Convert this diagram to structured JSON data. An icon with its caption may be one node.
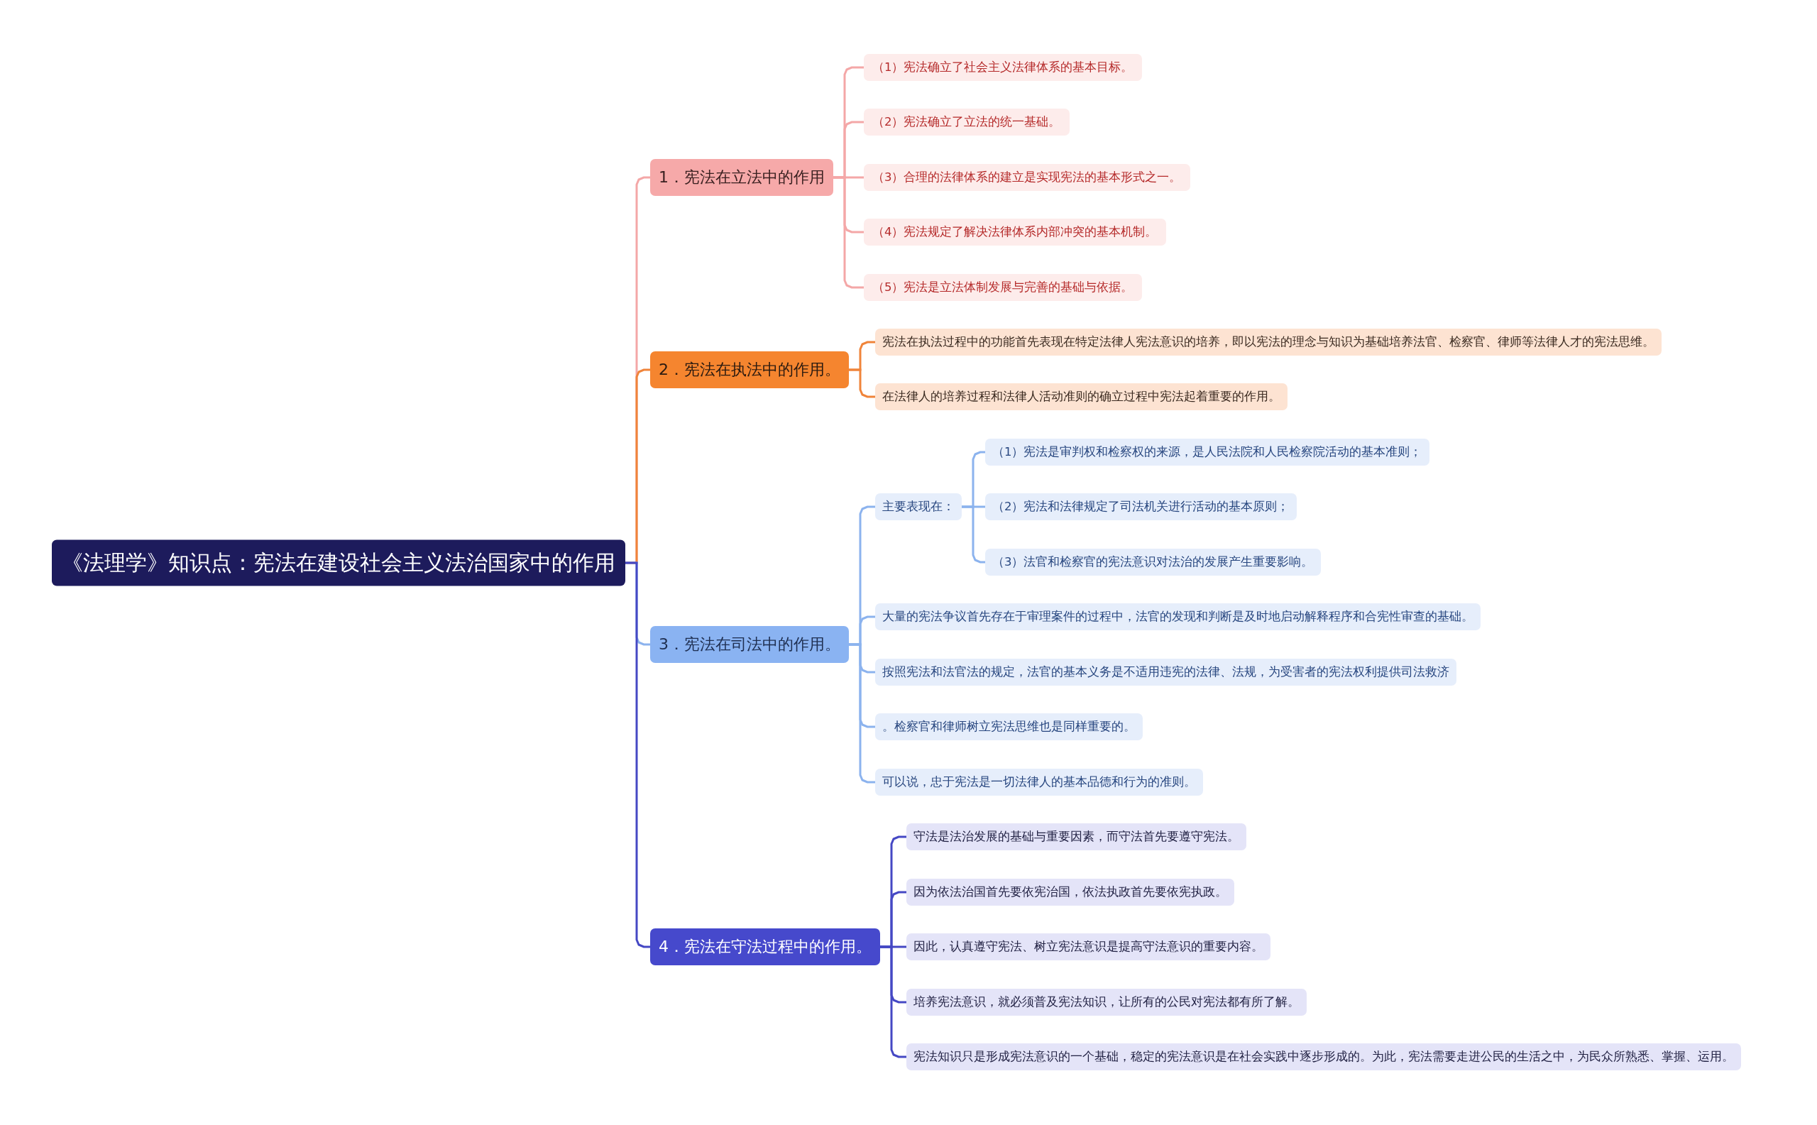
{
  "diagram": {
    "nodes": [
      {
        "text": [
          "《法理学》知识点：宪法在建设社会主义法治国家中的作用"
        ]
      },
      {
        "text": [
          "1．宪法在立法中的作用"
        ]
      },
      {
        "text": [
          "（1）宪法确立了社会主义法律体系的基本目标。"
        ]
      },
      {
        "text": [
          "（2）宪法确立了立法的统一基础。"
        ]
      },
      {
        "text": [
          "（3）合理的法律体系的建立是实现宪法的基本形式之一。"
        ]
      },
      {
        "text": [
          "（4）宪法规定了解决法律体系内部冲突的基本机制。"
        ]
      },
      {
        "text": [
          "（5）宪法是立法体制发展与完善的基础与依据。"
        ]
      },
      {
        "text": [
          "2．宪法在执法中的作用。"
        ]
      },
      {
        "text": [
          "宪法在执法过程中的功能首先表现在特定法律人宪法意识的培养，即以宪法的理念与知识为基础培养法官、检察官、律师等法律人才的宪法思维。"
        ]
      },
      {
        "text": [
          "在法律人的培养过程和法律人活动准则的确立过程中宪法起着重要的作用。"
        ]
      },
      {
        "text": [
          "3．宪法在司法中的作用。"
        ]
      },
      {
        "text": [
          "主要表现在："
        ]
      },
      {
        "text": [
          "（1）宪法是审判权和检察权的来源，是人民法院和人民检察院活动的基本准则；"
        ]
      },
      {
        "text": [
          "（2）宪法和法律规定了司法机关进行活动的基本原则；"
        ]
      },
      {
        "text": [
          "（3）法官和检察官的宪法意识对法治的发展产生重要影响。"
        ]
      },
      {
        "text": [
          "大量的宪法争议首先存在于审理案件的过程中，法官的发现和判断是及时地启动解释程序和合宪性审查的基础。"
        ]
      },
      {
        "text": [
          "按照宪法和法官法的规定，法官的基本义务是不适用违宪的法律、法规，为受害者的宪法权利提供司法救济"
        ]
      },
      {
        "text": [
          "。检察官和律师树立宪法思维也是同样重要的。"
        ]
      },
      {
        "text": [
          "可以说，忠于宪法是一切法律人的基本品德和行为的准则。"
        ]
      },
      {
        "text": [
          "4．宪法在守法过程中的作用。"
        ]
      },
      {
        "text": [
          "守法是法治发展的基础与重要因素，而守法首先要遵守宪法。"
        ]
      },
      {
        "text": [
          "因为依法治国首先要依宪治国，依法执政首先要依宪执政。"
        ]
      },
      {
        "text": [
          "因此，认真遵守宪法、树立宪法意识是提高守法意识的重要内容。"
        ]
      },
      {
        "text": [
          "培养宪法意识，就必须普及宪法知识，让所有的公民对宪法都有所了解。"
        ]
      },
      {
        "text": [
          "宪法知识只是形成宪法意识的一个基础，稳定的宪法意识是在社会实践中逐步形成的。为此，宪法需要走进公民的生活之中，为民众所熟悉、掌握、运用。"
        ]
      }
    ],
    "edges": [
      {
        "from": 0,
        "to": 1,
        "arrow": "none",
        "color": "#f4a7a7"
      },
      {
        "from": 1,
        "to": 2,
        "arrow": "none",
        "color": "#f4a7a7"
      },
      {
        "from": 1,
        "to": 3,
        "arrow": "none",
        "color": "#f4a7a7"
      },
      {
        "from": 1,
        "to": 4,
        "arrow": "none",
        "color": "#f4a7a7"
      },
      {
        "from": 1,
        "to": 5,
        "arrow": "none",
        "color": "#f4a7a7"
      },
      {
        "from": 1,
        "to": 6,
        "arrow": "none",
        "color": "#f4a7a7"
      },
      {
        "from": 0,
        "to": 7,
        "arrow": "none",
        "color": "#f0843a"
      },
      {
        "from": 7,
        "to": 8,
        "arrow": "none",
        "color": "#f0843a"
      },
      {
        "from": 7,
        "to": 9,
        "arrow": "none",
        "color": "#f0843a"
      },
      {
        "from": 0,
        "to": 10,
        "arrow": "none",
        "color": "#8cb3ee"
      },
      {
        "from": 10,
        "to": 11,
        "arrow": "none",
        "color": "#8cb3ee"
      },
      {
        "from": 11,
        "to": 12,
        "arrow": "none",
        "color": "#8cb3ee"
      },
      {
        "from": 11,
        "to": 13,
        "arrow": "none",
        "color": "#8cb3ee"
      },
      {
        "from": 11,
        "to": 14,
        "arrow": "none",
        "color": "#8cb3ee"
      },
      {
        "from": 10,
        "to": 15,
        "arrow": "none",
        "color": "#8cb3ee"
      },
      {
        "from": 10,
        "to": 16,
        "arrow": "none",
        "color": "#8cb3ee"
      },
      {
        "from": 10,
        "to": 17,
        "arrow": "none",
        "color": "#8cb3ee"
      },
      {
        "from": 10,
        "to": 18,
        "arrow": "none",
        "color": "#8cb3ee"
      },
      {
        "from": 0,
        "to": 19,
        "arrow": "none",
        "color": "#4548c4"
      },
      {
        "from": 19,
        "to": 20,
        "arrow": "none",
        "color": "#4548c4"
      },
      {
        "from": 19,
        "to": 21,
        "arrow": "none",
        "color": "#4548c4"
      },
      {
        "from": 19,
        "to": 22,
        "arrow": "none",
        "color": "#4548c4"
      },
      {
        "from": 19,
        "to": 23,
        "arrow": "none",
        "color": "#4548c4"
      },
      {
        "from": 19,
        "to": 24,
        "arrow": "none",
        "color": "#4548c4"
      }
    ]
  }
}
